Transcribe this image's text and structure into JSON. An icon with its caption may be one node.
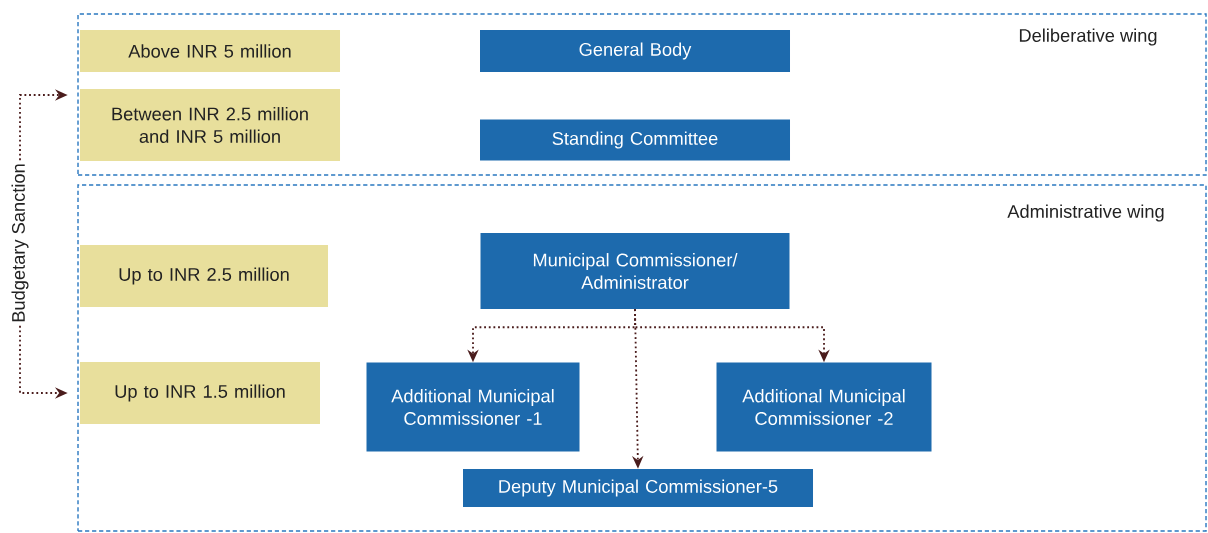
{
  "diagram": {
    "nodes": [
      {
        "text": [
          "Deliberative wing"
        ]
      },
      {
        "text": [
          "Above INR 5 million"
        ],
        "in": 0
      },
      {
        "text": [
          "General Body"
        ],
        "in": 0
      },
      {
        "text": [
          "Between INR 2.5 million and INR 5 million"
        ],
        "in": 0
      },
      {
        "text": [
          "Standing Committee"
        ],
        "in": 0
      },
      {
        "text": [
          "Administrative wing"
        ]
      },
      {
        "text": [
          "Up to INR 2.5 million"
        ],
        "in": 5
      },
      {
        "text": [
          "Municipal Commissioner/ Administrator"
        ],
        "in": 5
      },
      {
        "text": [
          "Up to INR 1.5 million"
        ],
        "in": 5
      },
      {
        "text": [
          "Additional Municipal Commissioner -1"
        ],
        "in": 5
      },
      {
        "text": [
          "Additional Municipal Commissioner -2"
        ],
        "in": 5
      },
      {
        "text": [
          "Deputy Municipal Commissioner-5"
        ],
        "in": 5
      },
      {
        "text": [
          "Budgetary Sanction"
        ]
      }
    ],
    "edges": [
      {
        "from": 7,
        "to": 9,
        "arrow": "to"
      },
      {
        "from": 7,
        "to": 10,
        "arrow": "to"
      },
      {
        "from": 7,
        "to": 11,
        "arrow": "to"
      },
      {
        "from": 12,
        "to": 3,
        "arrow": "to"
      },
      {
        "from": 12,
        "to": 8,
        "arrow": "to"
      }
    ]
  }
}
